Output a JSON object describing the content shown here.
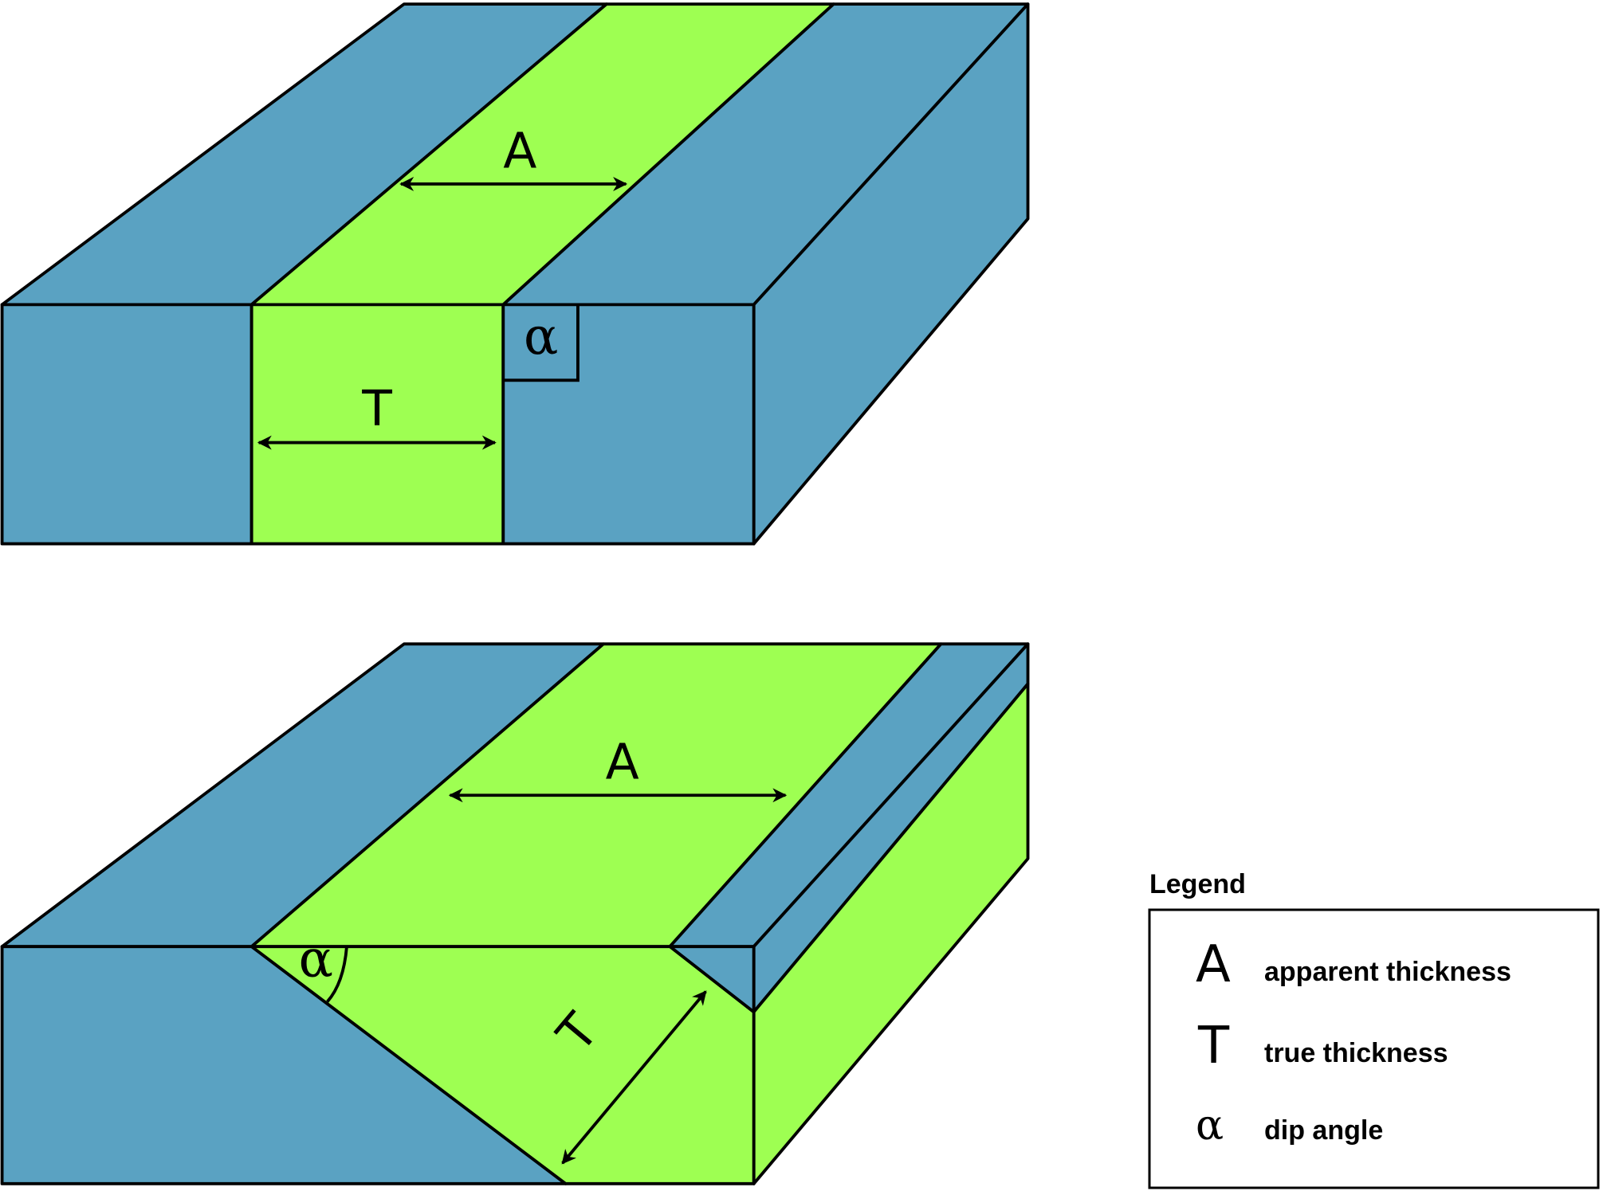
{
  "top_block": {
    "apparent_label": "A",
    "true_label": "T",
    "angle_label": "α"
  },
  "bottom_block": {
    "apparent_label": "A",
    "true_label": "T",
    "angle_label": "α"
  },
  "legend": {
    "title": "Legend",
    "items": [
      {
        "symbol": "A",
        "description": "apparent thickness"
      },
      {
        "symbol": "T",
        "description": "true thickness"
      },
      {
        "symbol": "α",
        "description": "dip angle"
      }
    ]
  },
  "colors": {
    "rock": "#5aa2c2",
    "layer": "#9eff52",
    "outline": "#000000"
  }
}
